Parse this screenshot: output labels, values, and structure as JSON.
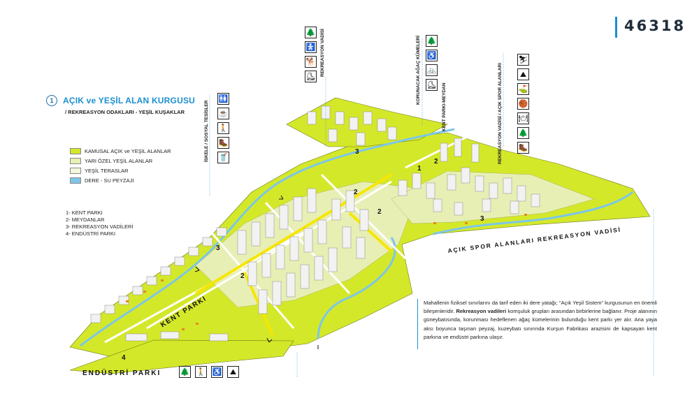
{
  "header": {
    "id_number": "46318"
  },
  "section": {
    "number": "1",
    "title": "AÇIK ve YEŞİL ALAN KURGUSU",
    "subtitle": "/ REKREASYON ODAKLARI - YEŞİL KUŞAKLAR"
  },
  "legend": {
    "items": [
      {
        "label": "KAMUSAL AÇIK ve YEŞİL ALANLAR",
        "color": "#d4e82a"
      },
      {
        "label": "YARI ÖZEL YEŞİL ALANLAR",
        "color": "#e8efb4"
      },
      {
        "label": "YEŞİL TERASLAR",
        "color": "#f4f6dc"
      },
      {
        "label": "DERE - SU PEYZAJI",
        "color": "#7cc6e8"
      }
    ]
  },
  "numbered_list": [
    "1- KENT PARKI",
    "2- MEYDANLAR",
    "3- REKREASYON VADİLERİ",
    "4- ENDÜSTRİ PARKI"
  ],
  "vertical_labels": {
    "rekreasyon_vadisi": "REKREASYON VADİSİ",
    "korunacak_agac": "KORUNACAK AĞAÇ KÜMELERİ",
    "kent_parki_meydan": "KENT PARKI-MEYDAN",
    "spor_alanlari": "REKREASYON VADİSİ / AÇIK SPOR ALANLARI",
    "iskele": "İSKELE / SOSYAL TESİSLER"
  },
  "icon_groups": {
    "iskele": [
      "restroom-icon",
      "food-icon",
      "walking-icon",
      "hiking-icon",
      "drink-icon"
    ],
    "rekreasyon": [
      "tree-icon",
      "stroller-icon",
      "dog-walk-icon",
      "rollerblade-icon"
    ],
    "korunacak": [
      "tree-icon",
      "wheelchair-icon",
      "bicycle-icon",
      "rollerblade-icon"
    ],
    "spor": [
      "skate-icon",
      "climbing-icon",
      "golf-icon",
      "basketball-icon",
      "picnic-icon",
      "tree-icon",
      "hiking-icon"
    ],
    "endustri": [
      "tree-icon",
      "walking-icon",
      "wheelchair-icon",
      "mountain-icon"
    ]
  },
  "map": {
    "kent_parki": "KENT PARKI",
    "endustri_parki": "ENDÜSTRİ PARKI",
    "spor_vadisi": "AÇIK SPOR ALANLARI REKREASYON VADİSİ",
    "badges": [
      "1",
      "2",
      "2",
      "2",
      "2",
      "3",
      "3",
      "3",
      "4"
    ]
  },
  "description": {
    "part1": "Mahallenin fiziksel sınırlarını da tarif eden iki dere yatağı; “Açık Yeşil Sistem” kurgusunun en önemli bileşenleridir. ",
    "bold": "Rekreasyon vadileri",
    "part2": " komşuluk grupları arasından birbirlerine bağlanır. Proje alanının güneybatısında, korunması hedeflenen ağaç kümelerinin bulunduğu kent parkı yer alır. Ana yaya aksı boyunca taşınan peyzaj, kuzeybatı sınırında Kurşun Fabrikası arazisini de kapsayan kent parkına ve endüstri parkına ulaşır."
  },
  "colors": {
    "accent": "#1b8fd0",
    "green": "#d4e82a",
    "water": "#7cc6e8"
  }
}
